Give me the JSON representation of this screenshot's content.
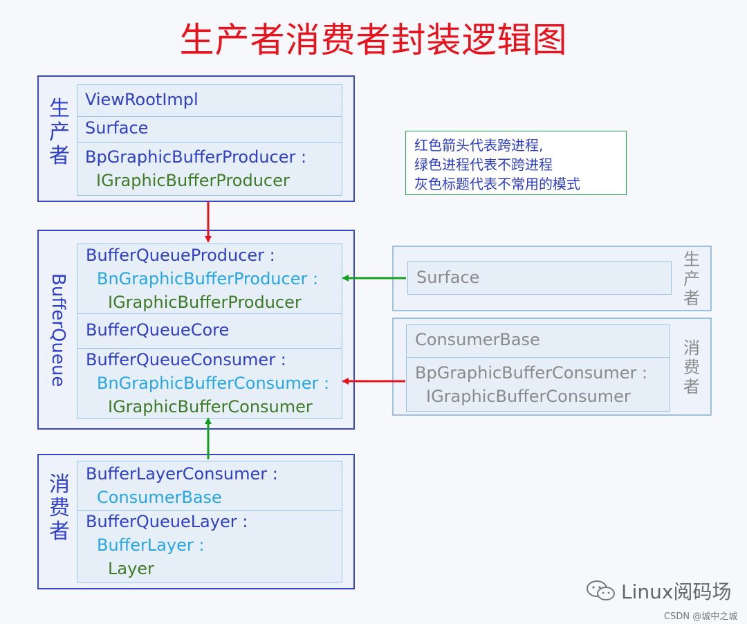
{
  "title": "生产者消费者封装逻辑图",
  "producer_box": {
    "label": "生\n产\n者",
    "items": {
      "view_root": "ViewRootImpl",
      "surface": "Surface",
      "bp_producer": "BpGraphicBufferProducer :",
      "igbp": "IGraphicBufferProducer"
    }
  },
  "legend": {
    "line1": "红色箭头代表跨进程,",
    "line2": "绿色进程代表不跨进程",
    "line3": "灰色标题代表不常用的模式"
  },
  "bufferqueue_box": {
    "label": "BufferQueue",
    "items": {
      "bq_producer": "BufferQueueProducer :",
      "bn_producer": "BnGraphicBufferProducer :",
      "igbp": "IGraphicBufferProducer",
      "bq_core": "BufferQueueCore",
      "bq_consumer": "BufferQueueConsumer :",
      "bn_consumer": "BnGraphicBufferConsumer :",
      "igbc": "IGraphicBufferConsumer"
    }
  },
  "gray_producer_box": {
    "label": "生\n产\n者",
    "surface": "Surface"
  },
  "gray_consumer_box": {
    "label": "消\n费\n者",
    "consumer_base": "ConsumerBase",
    "bp_consumer": "BpGraphicBufferConsumer :",
    "igbc": "IGraphicBufferConsumer"
  },
  "consumer_box": {
    "label": "消\n费\n者",
    "items": {
      "layer_consumer": "BufferLayerConsumer :",
      "consumer_base": "ConsumerBase",
      "bq_layer": "BufferQueueLayer :",
      "buffer_layer": "BufferLayer :",
      "layer": "Layer"
    }
  },
  "colors": {
    "red_arrow": "#e8121c",
    "green_arrow": "#13a01e",
    "title": "#e8121c",
    "navy": "#2f3fc8",
    "cyan": "#27a6e6",
    "olive": "#3f7a26",
    "gray": "#8a8a8a"
  },
  "watermark": {
    "text": "Linux阅码场",
    "icon": "wechat-icon",
    "csdn": "CSDN @城中之城"
  }
}
